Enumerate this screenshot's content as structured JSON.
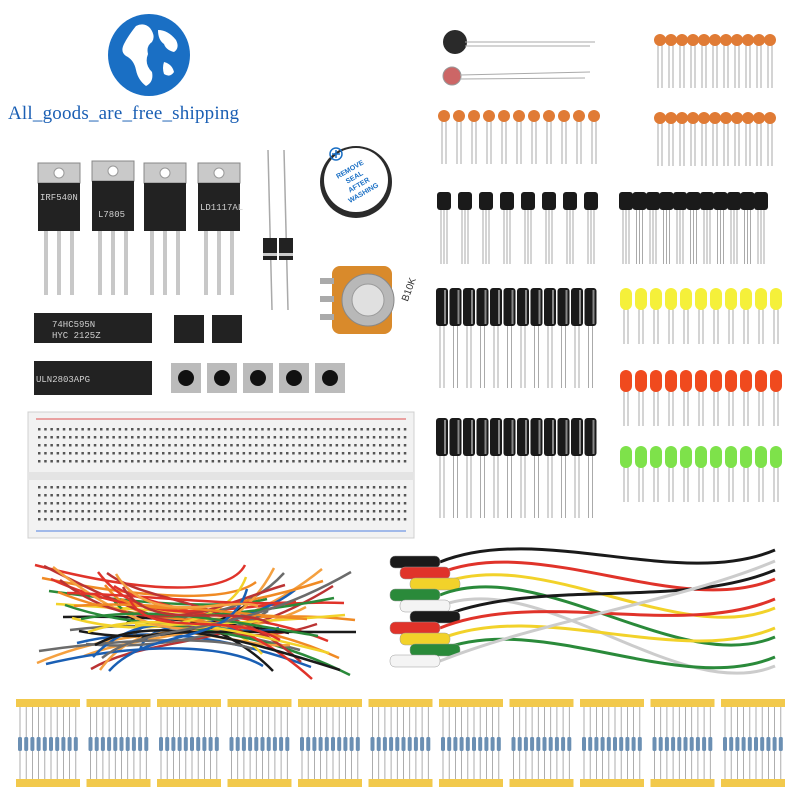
{
  "brand": {
    "text": "All_goods_are_free_shipping",
    "color": "#1a5fb4"
  },
  "components": {
    "regulators": [
      "IRF540N",
      "L7805",
      "",
      "LD1117AL"
    ],
    "shift_register": [
      "74HC595N",
      "HYC 2125Z"
    ],
    "driver_ic": "ULN2803APG",
    "buzzer_label": [
      "REMOVE",
      "SEAL",
      "AFTER",
      "WASHING"
    ],
    "potentiometer_label": "B10K"
  },
  "colors": {
    "led_yellow": "#f5f03a",
    "led_red": "#f04a1e",
    "led_green": "#7ee24a",
    "ceramic_cap": "#e07b35",
    "resistor_tape": "#f2c94c"
  },
  "icons": [
    "globe-icon"
  ]
}
